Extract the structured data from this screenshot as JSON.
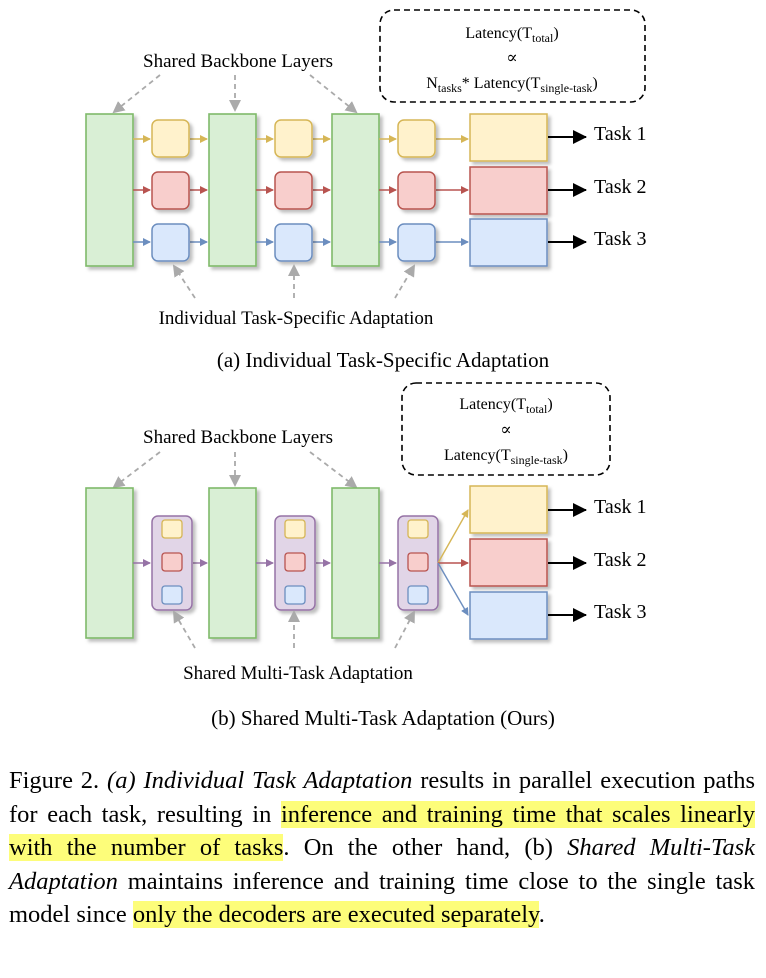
{
  "figure": {
    "panel_a": {
      "latency_line1": "Latency(T",
      "latency_line1_sub": "total",
      "latency_line1_end": ")",
      "proportional": "∝",
      "latency_line2_pre": "N",
      "latency_line2_sub1": "tasks",
      "latency_line2_mid": "* Latency(T",
      "latency_line2_sub2": "single-task",
      "latency_line2_end": ")",
      "backbone_label": "Shared Backbone Layers",
      "adaptation_label": "Individual Task-Specific Adaptation",
      "tasks": [
        "Task 1",
        "Task 2",
        "Task 3"
      ],
      "caption": "(a) Individual Task-Specific Adaptation"
    },
    "panel_b": {
      "latency_line1": "Latency(T",
      "latency_line1_sub": "total",
      "latency_line1_end": ")",
      "proportional": "∝",
      "latency_line2": "Latency(T",
      "latency_line2_sub": "single-task",
      "latency_line2_end": ")",
      "backbone_label": "Shared Backbone Layers",
      "adaptation_label": "Shared Multi-Task Adaptation",
      "tasks": [
        "Task 1",
        "Task 2",
        "Task 3"
      ],
      "caption": "(b) Shared Multi-Task Adaptation (Ours)"
    },
    "colors": {
      "backbone_fill": "#d9efd5",
      "backbone_stroke": "#7fba6a",
      "task1_fill": "#fff2cc",
      "task1_stroke": "#d6b656",
      "task2_fill": "#f8cecc",
      "task2_stroke": "#b85450",
      "task3_fill": "#dae8fc",
      "task3_stroke": "#6c8ebf",
      "shared_fill": "#e1d5e7",
      "shared_stroke": "#9673a6",
      "highlight": "#fdfd7a"
    }
  },
  "caption": {
    "p1": "Figure 2. ",
    "p2_italic": "(a) Individual Task Adaptation",
    "p3": " results in parallel execution paths for each task, resulting in ",
    "p4_highlight": "inference and training time that scales linearly with the number of tasks",
    "p5": ".  On the other hand, (b) ",
    "p6_italic": "Shared Multi-Task Adaptation",
    "p7": " maintains inference and training time close to the single task model since ",
    "p8_highlight": "only the decoders are executed separately",
    "p9": "."
  }
}
